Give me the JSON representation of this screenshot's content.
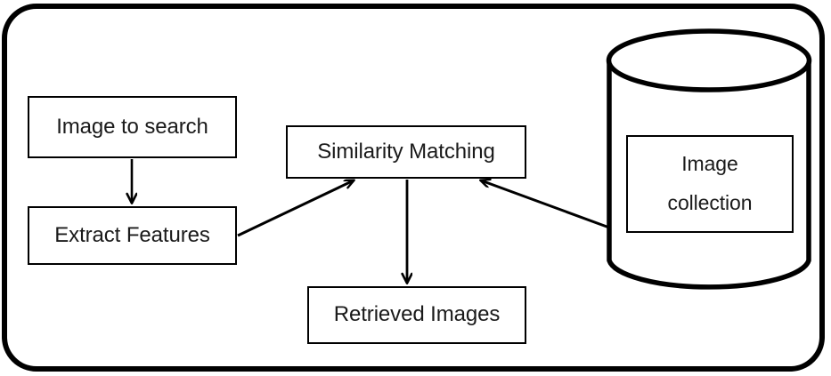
{
  "diagram": {
    "type": "block-diagram",
    "title": "Content based image retrieval block diagram",
    "background_color": "#ffffff",
    "stroke_color": "#000000",
    "text_color": "#1a1a1a",
    "container": {
      "shape": "rounded-rectangle",
      "label": ""
    },
    "nodes": [
      {
        "id": "image-to-search",
        "label": "Image to search",
        "shape": "rectangle"
      },
      {
        "id": "extract-features",
        "label": "Extract Features",
        "shape": "rectangle"
      },
      {
        "id": "similarity-matching",
        "label": "Similarity Matching",
        "shape": "rectangle"
      },
      {
        "id": "retrieved-images",
        "label": "Retrieved Images",
        "shape": "rectangle"
      },
      {
        "id": "image-collection",
        "label": "Image\ncollection",
        "shape": "rectangle-in-cylinder"
      },
      {
        "id": "image-database",
        "label": "",
        "shape": "cylinder"
      }
    ],
    "edges": [
      {
        "id": "edge-search-to-extract",
        "from": "image-to-search",
        "to": "extract-features",
        "style": "straight-arrow",
        "direction": "down"
      },
      {
        "id": "edge-extract-to-matching",
        "from": "extract-features",
        "to": "similarity-matching",
        "style": "straight-arrow",
        "direction": "up-right"
      },
      {
        "id": "edge-collection-to-matching",
        "from": "image-collection",
        "to": "similarity-matching",
        "style": "straight-arrow",
        "direction": "up-left"
      },
      {
        "id": "edge-matching-to-retrieved",
        "from": "similarity-matching",
        "to": "retrieved-images",
        "style": "straight-arrow",
        "direction": "down"
      }
    ]
  }
}
